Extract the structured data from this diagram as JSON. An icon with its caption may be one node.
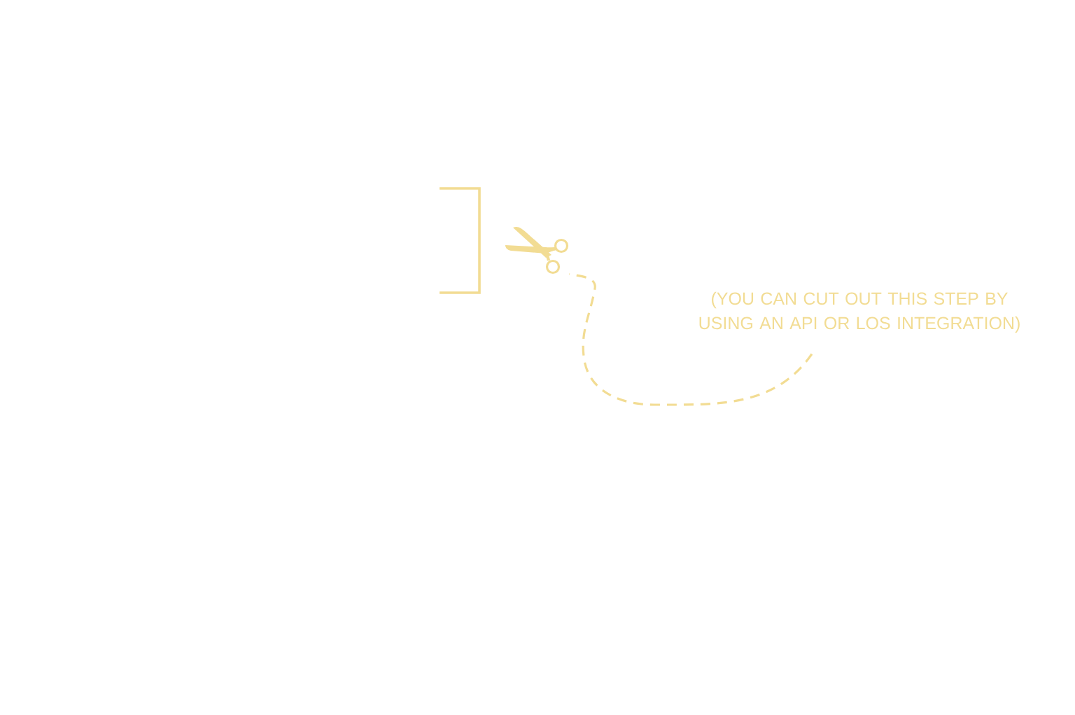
{
  "diagram": {
    "nodes": [
      {
        "text": [],
        "shape": "picture"
      },
      {
        "text": [
          "(YOU CAN CUT OUT THIS STEP BY USING AN API OR LOS INTEGRATION)"
        ]
      }
    ],
    "edges": [
      {
        "from": 1,
        "to": 0,
        "arrow": "none",
        "style": "dashed"
      }
    ]
  }
}
